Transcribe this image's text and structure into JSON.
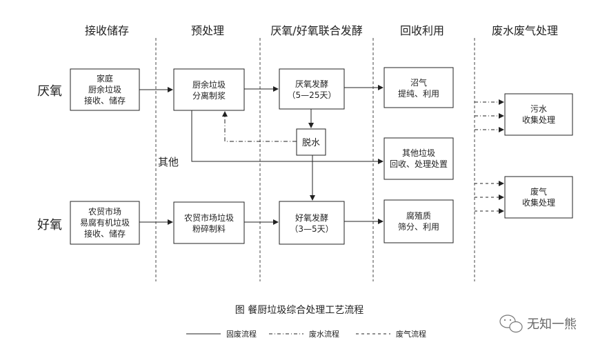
{
  "columns": [
    "接收储存",
    "预处理",
    "厌氧/好氧联合发酵",
    "回收利用",
    "废水废气处理"
  ],
  "rows": [
    "厌氧",
    "好氧"
  ],
  "boxes": {
    "receive_top": [
      "家庭",
      "厨余垃圾",
      "接收、储存"
    ],
    "receive_bottom": [
      "农贸市场",
      "易腐有机垃圾",
      "接收、储存"
    ],
    "pre_top": [
      "厨余垃圾",
      "分离制浆"
    ],
    "pre_bottom": [
      "农贸市场垃圾",
      "粉碎制料"
    ],
    "anaerobic": [
      "厌氧发酵",
      "（5—25天）"
    ],
    "dewater": [
      "脱水"
    ],
    "aerobic": [
      "好氧发酵",
      "（3—5天）"
    ],
    "biogas": [
      "沼气",
      "提纯、利用"
    ],
    "other_waste": [
      "其他垃圾",
      "回收、处理处置"
    ],
    "humus": [
      "腐殖质",
      "筛分、利用"
    ],
    "wastewater": [
      "污水",
      "收集处理"
    ],
    "waste_gas": [
      "废气",
      "收集处理"
    ]
  },
  "other_label": "其他",
  "caption": "图  餐厨垃圾综合处理工艺流程",
  "legend": [
    "固废流程",
    "废水流程",
    "废气流程"
  ],
  "watermark": "无知一熊"
}
